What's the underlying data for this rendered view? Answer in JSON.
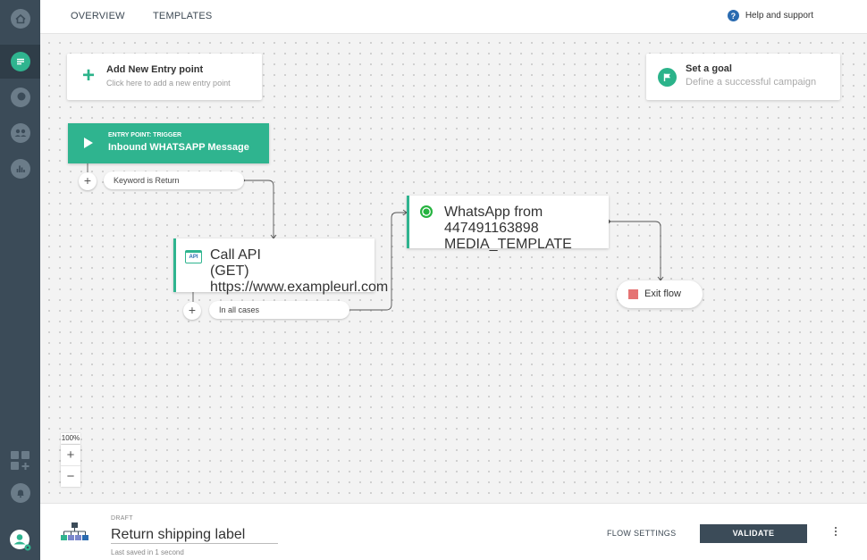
{
  "nav": {
    "tabs": [
      {
        "label": "OVERVIEW"
      },
      {
        "label": "TEMPLATES"
      }
    ],
    "help_label": "Help and support",
    "help_icon": "?"
  },
  "rail": {
    "items": [
      "home-icon",
      "flows-icon",
      "chat-icon",
      "people-icon",
      "analytics-icon"
    ],
    "bottom": [
      "apps-icon",
      "bell-icon",
      "user-avatar"
    ]
  },
  "canvas": {
    "add_entry": {
      "plus": "+",
      "title": "Add New Entry point",
      "subtitle": "Click here to add a new entry point"
    },
    "goal": {
      "title": "Set a goal",
      "subtitle": "Define a successful campaign"
    },
    "trigger": {
      "small_label": "ENTRY POINT: TRIGGER",
      "title": "Inbound WHATSAPP Message"
    },
    "keyword_pill": {
      "label": "Keyword is Return",
      "add": "+"
    },
    "call_api": {
      "icon_text": "API",
      "title": "Call API",
      "subtitle": "(GET) https://www.exampleurl.com"
    },
    "all_cases_pill": {
      "label": "In all cases",
      "add": "+"
    },
    "whatsapp": {
      "title": "WhatsApp from 447491163898",
      "subtitle": "MEDIA_TEMPLATE"
    },
    "exit": {
      "label": "Exit flow"
    },
    "zoom": {
      "level": "100%",
      "plus": "+",
      "minus": "−"
    }
  },
  "footer": {
    "status": "DRAFT",
    "flow_name": "Return shipping label",
    "saved": "Last saved in 1 second",
    "flow_settings": "FLOW SETTINGS",
    "validate": "VALIDATE"
  },
  "colors": {
    "accent": "#2fb48f",
    "rail": "#3b4b58",
    "exit": "#e57373",
    "whatsapp": "#25b33f"
  }
}
